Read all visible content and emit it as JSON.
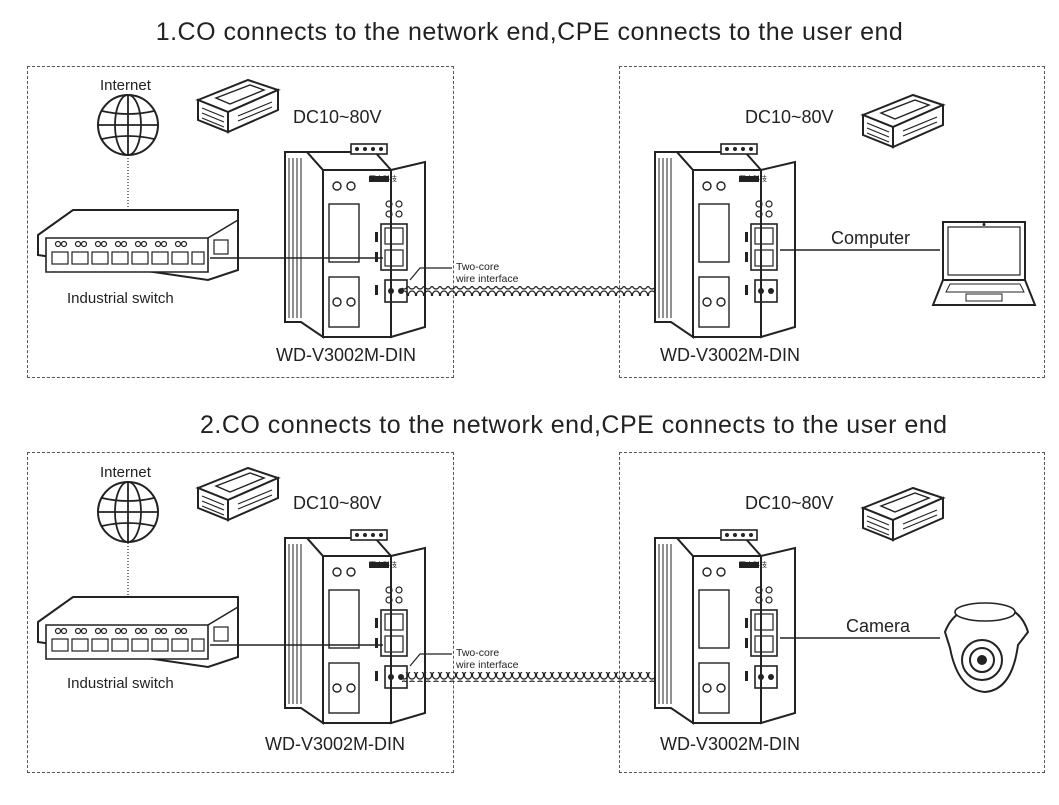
{
  "titles": [
    "1.CO connects to the network end,CPE connects to the user end",
    "2.CO connects to the network end,CPE connects to the user end"
  ],
  "labels": {
    "internet": "Internet",
    "industrial_switch": "Industrial switch",
    "power": "DC10~80V",
    "model": "WD-V3002M-DIN",
    "wire_line1": "Two-core",
    "wire_line2": "wire interface",
    "computer": "Computer",
    "camera": "Camera",
    "brand": "网电科技"
  },
  "colors": {
    "line": "#222222",
    "dash": "#555555",
    "device_fill": "#ffffff"
  }
}
